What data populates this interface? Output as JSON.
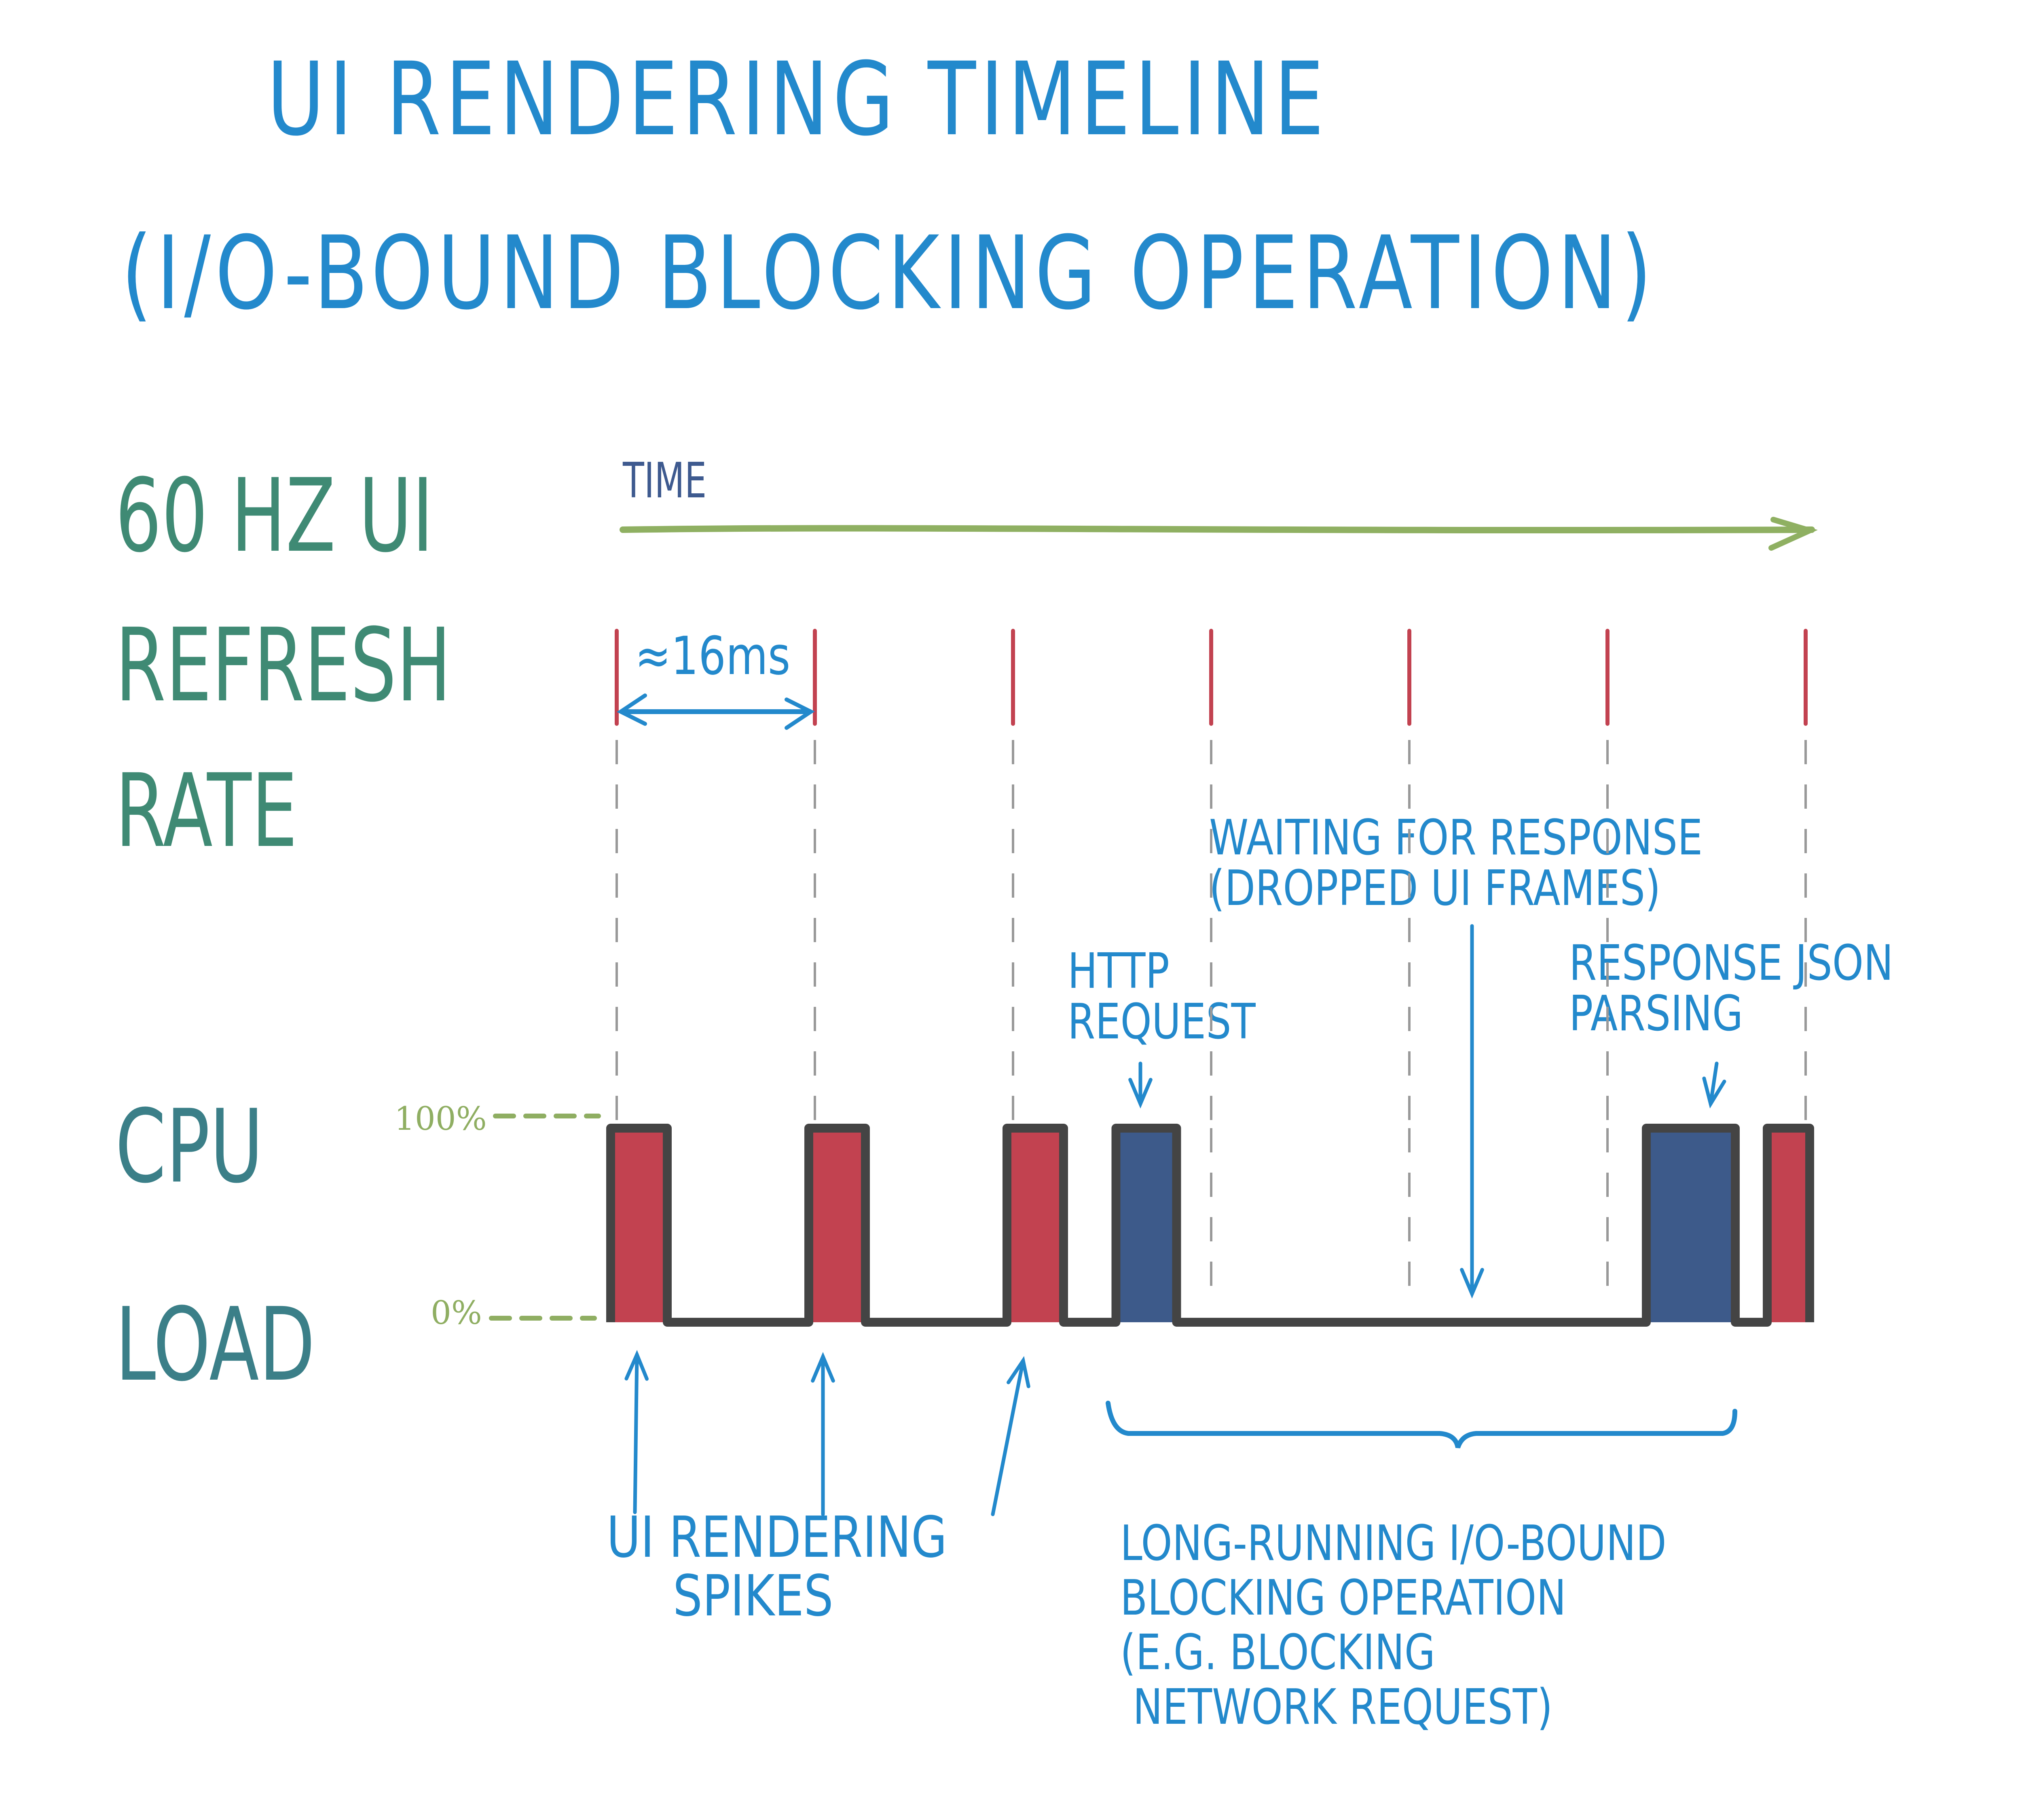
{
  "title": {
    "line1": "UI RENDERING TIMELINE",
    "line2": "(I/O-BOUND BLOCKING OPERATION)"
  },
  "row_labels": {
    "refresh": [
      "60 HZ UI",
      "REFRESH",
      "RATE"
    ],
    "cpu": [
      "CPU",
      "LOAD"
    ]
  },
  "time_axis": {
    "label": "TIME"
  },
  "refresh_interval": {
    "label": "≈16ms",
    "frame_count": 7
  },
  "cpu_axis": {
    "max_label": "100%",
    "min_label": "0%"
  },
  "cpu_bars": [
    {
      "kind": "ui-render",
      "frame": 0,
      "load_pct": 100
    },
    {
      "kind": "ui-render",
      "frame": 1,
      "load_pct": 100
    },
    {
      "kind": "ui-render",
      "frame": 2,
      "load_pct": 100
    },
    {
      "kind": "http-request",
      "frame": 2.55,
      "load_pct": 100
    },
    {
      "kind": "json-parsing",
      "frame": 5.4,
      "load_pct": 100
    },
    {
      "kind": "ui-render",
      "frame": 6,
      "load_pct": 100
    }
  ],
  "colors": {
    "title": "#2389cc",
    "row_label_refresh": "#3f8a74",
    "row_label_cpu": "#3b7f88",
    "time_label": "#3e5a8f",
    "time_arrow": "#8fb062",
    "refresh_tick": "#c24250",
    "guide_line": "#999999",
    "ui_render_bar": "#c24250",
    "io_bar": "#3d5a8a",
    "bar_outline": "#444444",
    "annotation": "#2389cc",
    "percent_label": "#8fae62"
  },
  "annotations": {
    "waiting": [
      "WAITING FOR RESPONSE",
      "(DROPPED UI FRAMES)"
    ],
    "http_request": [
      "HTTP",
      "REQUEST"
    ],
    "json_parsing": [
      "RESPONSE JSON",
      "PARSING"
    ],
    "ui_spikes": [
      "UI RENDERING",
      "SPIKES"
    ],
    "long_running": [
      "LONG-RUNNING I/O-BOUND",
      "BLOCKING OPERATION",
      "(E.G. BLOCKING",
      " NETWORK REQUEST)"
    ]
  }
}
